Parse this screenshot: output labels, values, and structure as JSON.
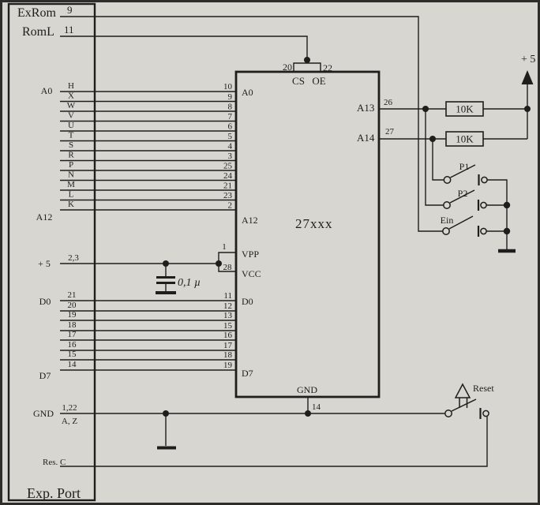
{
  "port": {
    "name_label": "Exp. Port",
    "exrom_label": "ExRom",
    "exrom_pin": "9",
    "roml_label": "RomL",
    "roml_pin": "11",
    "a0_label": "A0",
    "a12_label": "A12",
    "plus5_label": "+ 5",
    "plus5_pins": "2,3",
    "d0_label": "D0",
    "d7_label": "D7",
    "gnd_label": "GND",
    "gnd_pins_top": "1,22",
    "gnd_pins_bottom": "A, Z",
    "resc_label": "Res. C",
    "addr_letters": [
      "H",
      "X",
      "W",
      "V",
      "U",
      "T",
      "S",
      "R",
      "P",
      "N",
      "M",
      "L",
      "K"
    ],
    "data_pins": [
      "21",
      "20",
      "19",
      "18",
      "17",
      "16",
      "15",
      "14"
    ]
  },
  "chip": {
    "name": "27xxx",
    "cs_label": "CS",
    "oe_label": "OE",
    "pin20": "20",
    "pin22": "22",
    "a0_label": "A0",
    "a12_label": "A12",
    "vpp_label": "VPP",
    "vcc_label": "VCC",
    "d0_label": "D0",
    "d7_label": "D7",
    "gnd_label": "GND",
    "pin1": "1",
    "pin28": "28",
    "pin14": "14",
    "a13_label": "A13",
    "a13_pin": "26",
    "a14_label": "A14",
    "a14_pin": "27",
    "addr_pins": [
      "10",
      "9",
      "8",
      "7",
      "6",
      "5",
      "4",
      "3",
      "25",
      "24",
      "21",
      "23",
      "2"
    ],
    "data_pins": [
      "11",
      "12",
      "13",
      "15",
      "16",
      "17",
      "18",
      "19"
    ]
  },
  "right": {
    "plus5_label": "+ 5",
    "r1_value": "10K",
    "r2_value": "10K",
    "p1_label": "P1",
    "p2_label": "P2",
    "ein_label": "Ein",
    "reset_label": "Reset"
  },
  "capacitor_label": "0,1 µ",
  "colors": {
    "ink": "#1f1e1c",
    "paper": "#d8d6d1",
    "frame": "#2e2d2b"
  }
}
